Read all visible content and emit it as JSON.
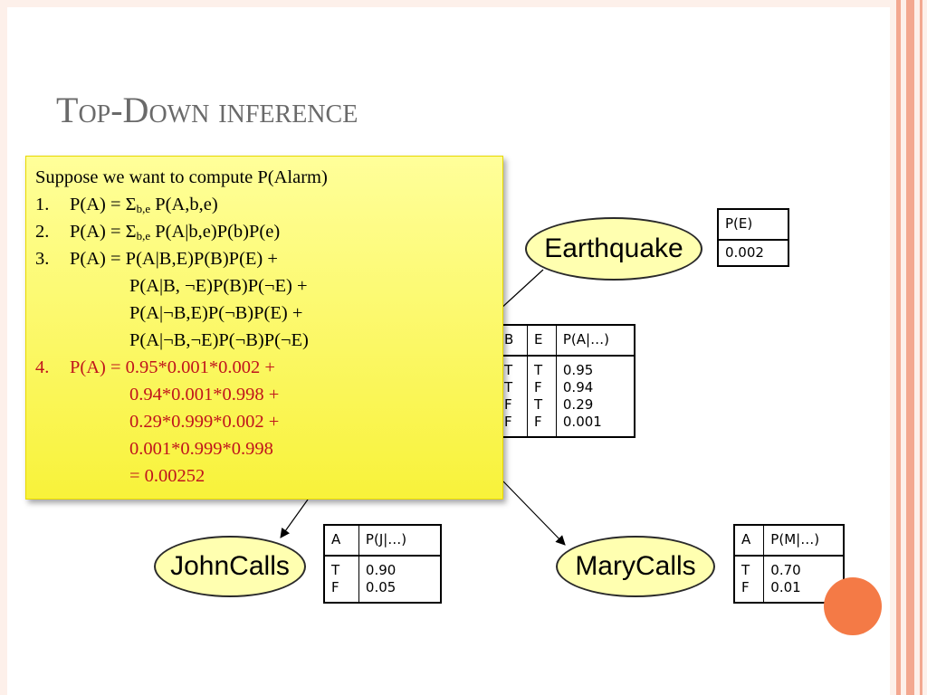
{
  "slide": {
    "title_first": "T",
    "title_rest": "op-Down inference",
    "colors": {
      "title": "#6a6a6a",
      "accent": "#f47a46",
      "stripe": "#f3a890",
      "node_fill": "#ffffb0",
      "note_fill": "#fbf65a",
      "red_text": "#c0141c"
    }
  },
  "nodes": {
    "earthquake": "Earthquake",
    "johncalls": "JohnCalls",
    "marycalls": "MaryCalls"
  },
  "cpt_e": {
    "header": "P(E)",
    "value": "0.002"
  },
  "cpt_a": {
    "headers": [
      "B",
      "E",
      "P(A|…)"
    ],
    "b_col": "T\nT\nF\nF",
    "e_col": "T\nF\nT\nF",
    "p_col": "0.95\n0.94\n0.29\n0.001"
  },
  "cpt_j": {
    "headers": [
      "A",
      "P(J|…)"
    ],
    "a_col": "T\nF",
    "p_col": "0.90\n0.05"
  },
  "cpt_m": {
    "headers": [
      "A",
      "P(M|…)"
    ],
    "a_col": "T\nF",
    "p_col": "0.70\n0.01"
  },
  "note": {
    "intro": "Suppose we want to compute P(Alarm)",
    "n1": "1.",
    "l1a": "P(A) = Σ",
    "l1sub": "b,e",
    "l1b": " P(A,b,e)",
    "n2": "2.",
    "l2a": "P(A) = Σ",
    "l2sub": "b,e",
    "l2b": " P(A|b,e)P(b)P(e)",
    "n3": "3.",
    "l3": "P(A) = P(A|B,E)P(B)P(E) +",
    "l3b": "P(A|B, ¬E)P(B)P(¬E) +",
    "l3c": "P(A|¬B,E)P(¬B)P(E)  +",
    "l3d": "P(A|¬B,¬E)P(¬B)P(¬E)",
    "n4": "4.",
    "l4": "P(A) = 0.95*0.001*0.002 +",
    "l4b": "0.94*0.001*0.998 +",
    "l4c": "0.29*0.999*0.002 +",
    "l4d": "0.001*0.999*0.998",
    "l4e": "= 0.00252"
  }
}
